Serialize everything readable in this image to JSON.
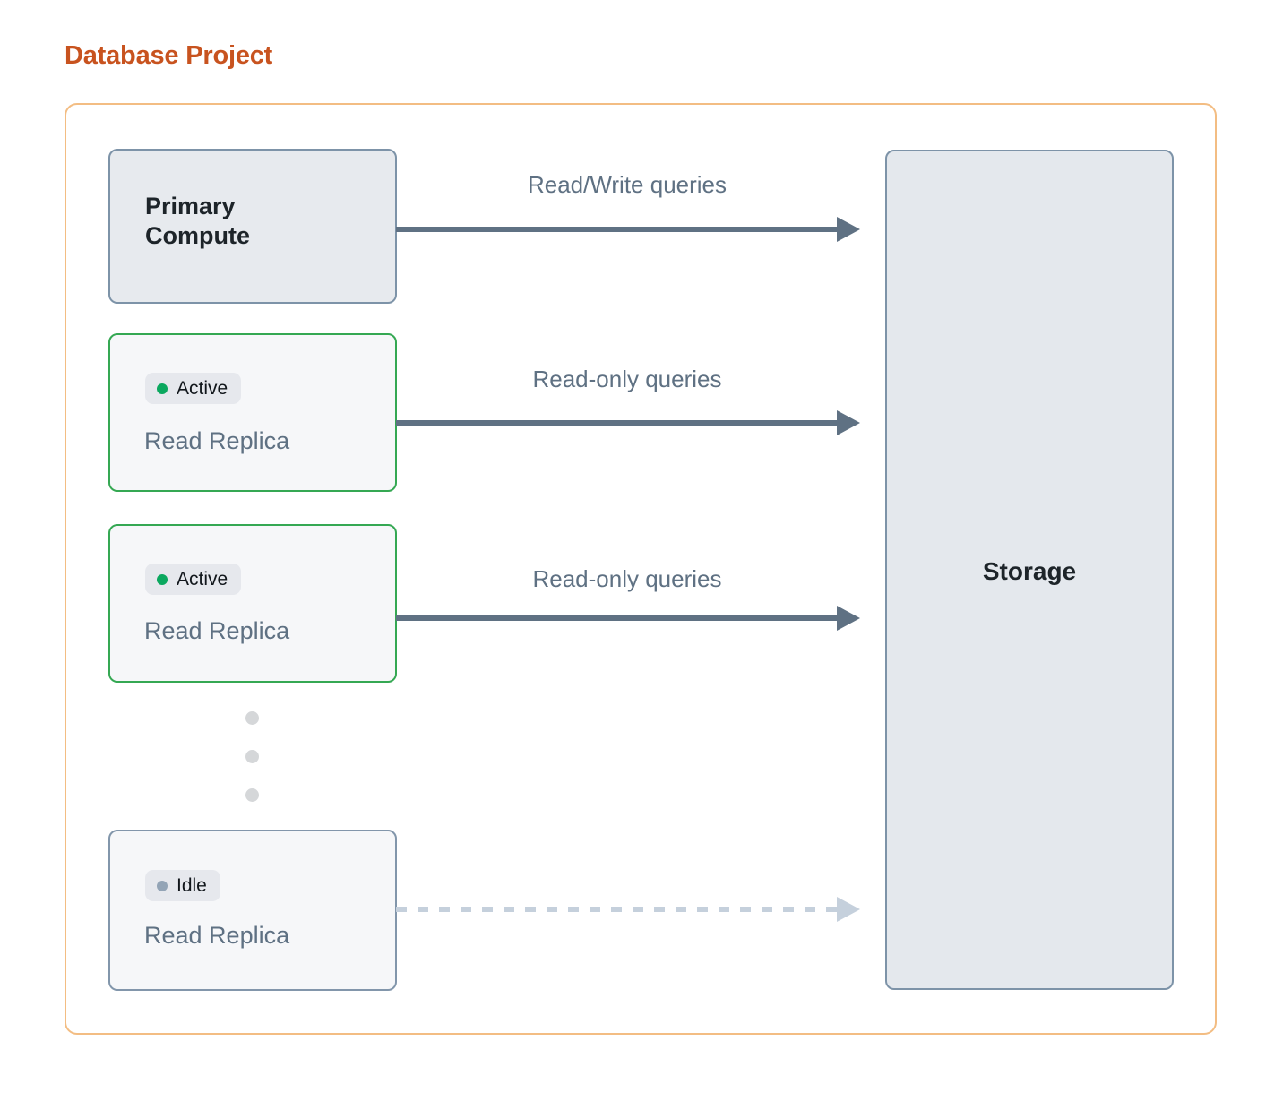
{
  "title": "Database Project",
  "colors": {
    "title": "#c8531f",
    "container_border": "#f3bd83",
    "node_border": "#7d93a8",
    "active_border": "#35a853",
    "active_dot": "#0ba85f",
    "idle_dot": "#93a4b6",
    "arrow_solid": "#5f7183",
    "arrow_dashed": "#c5d0dc",
    "storage_fill": "#e4e8ed",
    "primary_fill": "#e7eaee",
    "replica_fill": "#f6f7f9",
    "badge_bg": "#e6e8ed",
    "label_text": "#5f7183",
    "heading_text": "#1d2429",
    "ellipsis_dot": "#d5d7d9"
  },
  "nodes": {
    "primary": {
      "label": "Primary\nCompute",
      "line1": "Primary",
      "line2": "Compute"
    },
    "replicas": [
      {
        "status": "Active",
        "status_kind": "active",
        "name": "Read Replica"
      },
      {
        "status": "Active",
        "status_kind": "active",
        "name": "Read Replica"
      },
      {
        "status": "Idle",
        "status_kind": "idle",
        "name": "Read Replica"
      }
    ]
  },
  "storage": {
    "label": "Storage"
  },
  "connectors": [
    {
      "label": "Read/Write queries",
      "style": "solid"
    },
    {
      "label": "Read-only queries",
      "style": "solid"
    },
    {
      "label": "Read-only queries",
      "style": "solid"
    },
    {
      "label": "",
      "style": "dashed"
    }
  ],
  "ellipsis": {
    "dot_count": 3
  }
}
